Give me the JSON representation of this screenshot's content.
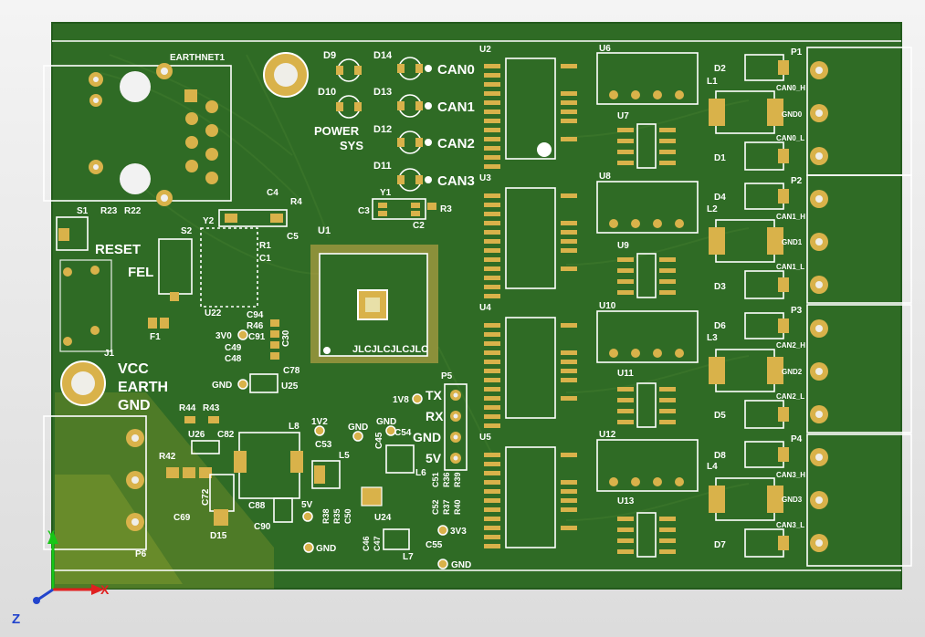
{
  "board": {
    "mounting_hole_labels": {
      "j1": "J1"
    },
    "ethernet": {
      "ref": "EARTHNET1"
    },
    "switch": {
      "ref": "S1",
      "text": "RESET"
    },
    "fel": {
      "text": "FEL",
      "ref": "S2"
    },
    "power_labels": {
      "vcc": "VCC",
      "earth": "EARTH",
      "gnd": "GND"
    },
    "status_leds": [
      {
        "ref": "D9",
        "label": ""
      },
      {
        "ref": "D10",
        "label": ""
      },
      {
        "ref": "D14",
        "label": "CAN0"
      },
      {
        "ref": "D13",
        "label": "CAN1"
      },
      {
        "ref": "D12",
        "label": "CAN2"
      },
      {
        "ref": "D11",
        "label": "CAN3"
      }
    ],
    "power_sys": {
      "line1": "POWER",
      "line2": "SYS"
    },
    "mcu": {
      "ref": "U1",
      "marking": "JLCJLCJLCJLC"
    },
    "transceivers": [
      {
        "ref": "U2"
      },
      {
        "ref": "U3"
      },
      {
        "ref": "U4"
      },
      {
        "ref": "U5"
      }
    ],
    "isolators_top": [
      {
        "ref": "U6"
      },
      {
        "ref": "U8"
      },
      {
        "ref": "U10"
      },
      {
        "ref": "U12"
      }
    ],
    "isolators_small": [
      {
        "ref": "U7"
      },
      {
        "ref": "U9"
      },
      {
        "ref": "U11"
      },
      {
        "ref": "U13"
      }
    ],
    "can_connectors": [
      {
        "ref": "P1",
        "choke": "L1",
        "diode_top": "D2",
        "diode_bottom": "D1",
        "h": "CAN0_H",
        "gnd": "GND0",
        "l": "CAN0_L"
      },
      {
        "ref": "P2",
        "choke": "L2",
        "diode_top": "D4",
        "diode_bottom": "D3",
        "h": "CAN1_H",
        "gnd": "GND1",
        "l": "CAN1_L"
      },
      {
        "ref": "P3",
        "choke": "L3",
        "diode_top": "D6",
        "diode_bottom": "D5",
        "h": "CAN2_H",
        "gnd": "GND2",
        "l": "CAN2_L"
      },
      {
        "ref": "P4",
        "choke": "L4",
        "diode_top": "D8",
        "diode_bottom": "D7",
        "h": "CAN3_H",
        "gnd": "GND3",
        "l": "CAN3_L"
      }
    ],
    "uart": {
      "ref": "P5",
      "labels": [
        "TX",
        "RX",
        "GND",
        "5V"
      ],
      "v18": "1V8"
    },
    "test_points": {
      "tp_3v0": "3V0",
      "tp_gnd1": "GND",
      "tp_1v2": "1V2",
      "tp_gnd2": "GND",
      "tp_gnd3": "GND",
      "tp_5v": "5V",
      "tp_gnd4": "GND",
      "tp_3v3": "3V3",
      "tp_gnd5": "GND"
    },
    "refs": {
      "y1": "Y1",
      "y2": "Y2",
      "c2": "C2",
      "c3": "C3",
      "r3": "R3",
      "c4": "C4",
      "r4": "R4",
      "r1": "R1",
      "c5": "C5",
      "c1": "C1",
      "r23": "R23",
      "r22": "R22",
      "u22": "U22",
      "f1": "F1",
      "c94": "C94",
      "r46": "R46",
      "c91": "C91",
      "c49": "C49",
      "c48": "C48",
      "c30": "C30",
      "c78": "C78",
      "u25": "U25",
      "r44": "R44",
      "r43": "R43",
      "u26": "U26",
      "c82": "C82",
      "r42": "R42",
      "c72": "C72",
      "c69": "C69",
      "d15": "D15",
      "l8": "L8",
      "c88": "C88",
      "c90": "C90",
      "c53": "C53",
      "l5": "L5",
      "c45": "C45",
      "c54": "C54",
      "l6": "L6",
      "u24": "U24",
      "r38": "R38",
      "r35": "R35",
      "c50": "C50",
      "c52": "C52",
      "r37": "R37",
      "r40": "R40",
      "c51": "C51",
      "r36": "R36",
      "r39": "R39",
      "c46": "C46",
      "c47": "C47",
      "l7": "L7",
      "c55": "C55",
      "p6": "P6"
    }
  },
  "axes": {
    "y": "Y",
    "x": "X",
    "z": "Z"
  }
}
